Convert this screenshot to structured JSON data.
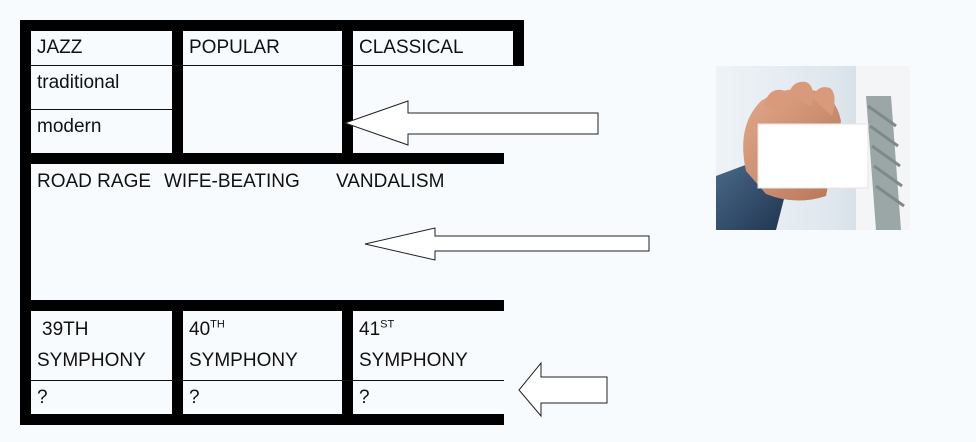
{
  "table1": {
    "headers": [
      "JAZZ",
      "POPULAR",
      "CLASSICAL"
    ],
    "jazz_subtypes": [
      "traditional",
      "modern"
    ]
  },
  "crimes": [
    "ROAD RAGE",
    "WIFE-BEATING",
    "VANDALISM"
  ],
  "symphonies": [
    {
      "number": "39TH",
      "suffix": "",
      "word": "SYMPHONY",
      "value": "?"
    },
    {
      "number": "40",
      "suffix": "TH",
      "word": "SYMPHONY",
      "value": "?"
    },
    {
      "number": "41",
      "suffix": "ST",
      "word": "SYMPHONY",
      "value": "?"
    }
  ],
  "colors": {
    "border": "#000000",
    "background": "#f8fbfd",
    "card": "#ffffff"
  }
}
